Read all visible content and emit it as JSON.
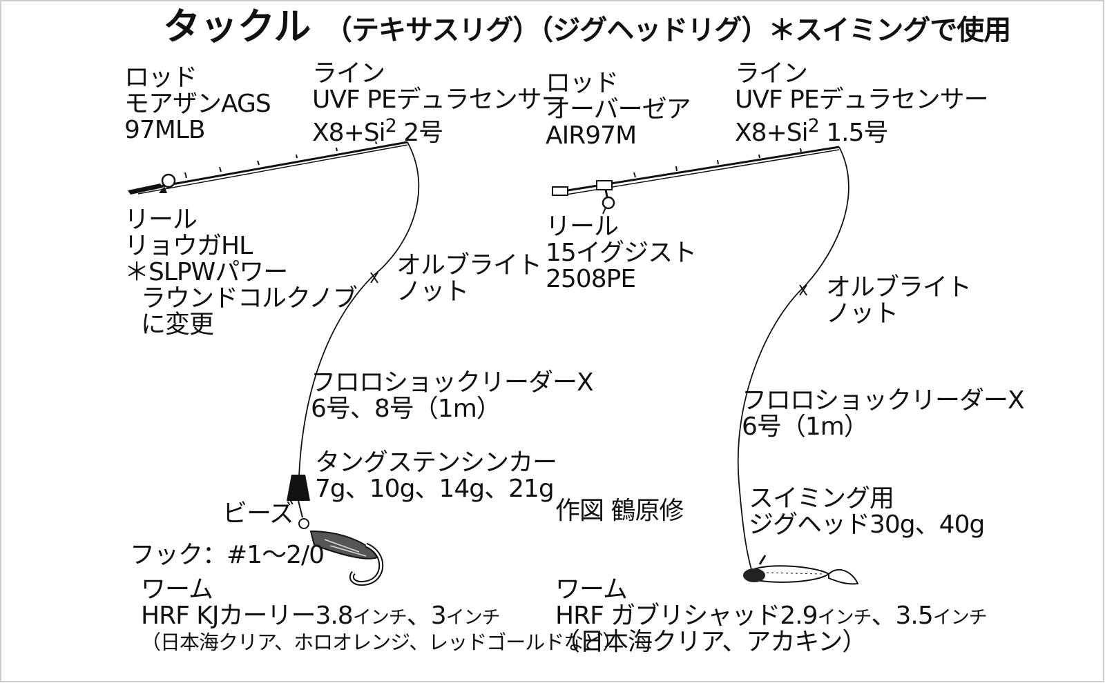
{
  "title": "タックル",
  "subtitle": "（テキサスリグ）（ジグヘッドリグ）＊スイミングで使用",
  "left": {
    "rod": [
      "ロッド",
      "モアザンAGS",
      "97MLB"
    ],
    "line": [
      "ライン",
      "UVF PEデュラセンサー",
      "X8+Si",
      "2",
      " 2号"
    ],
    "reel": [
      "リール",
      "リョウガHL",
      "＊SLPWパワー",
      "ラウンドコルクノブ",
      "に変更"
    ],
    "knot": [
      "オルブライト",
      "ノット"
    ],
    "leader": [
      "フロロショックリーダーX",
      "6号、8号（1m）"
    ],
    "sinker": [
      "タングステンシンカー",
      "7g、10g、14g、21g"
    ],
    "beads": "ビーズ",
    "hook": "フック：#1〜2/0",
    "worm": {
      "label": "ワーム",
      "name": "HRF KJカーリー3.8",
      "unit1": "インチ",
      "sep": "、3",
      "unit2": "インチ",
      "colors": "（日本海クリア、ホロオレンジ、レッドゴールドなど）"
    }
  },
  "right": {
    "rod": [
      "ロッド",
      "オーバーゼア",
      "AIR97M"
    ],
    "line": [
      "ライン",
      "UVF PEデュラセンサー",
      "X8+Si",
      "2",
      " 1.5号"
    ],
    "reel": [
      "リール",
      "15イグジスト",
      "2508PE"
    ],
    "knot": [
      "オルブライト",
      "ノット"
    ],
    "leader": [
      "フロロショックリーダーX",
      "6号（1m）"
    ],
    "jighead": [
      "スイミング用",
      "ジグヘッド30g、40g"
    ],
    "worm": {
      "label": "ワーム",
      "name": "HRF ガブリシャッド2.9",
      "unit1": "インチ",
      "sep": "、3.5",
      "unit2": "インチ",
      "colors": "（日本海クリア、アカキン）"
    }
  },
  "credit": "作図 鶴原修"
}
